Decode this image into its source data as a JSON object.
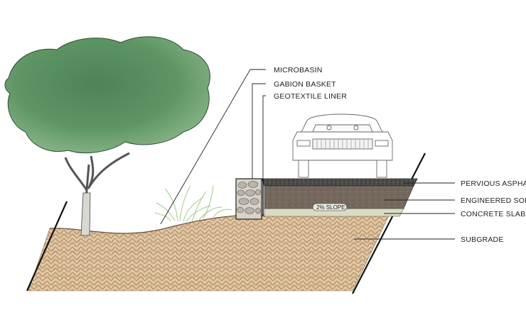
{
  "diagram": {
    "labels": {
      "microbasin": "MICROBASIN",
      "gabion_basket": "GABION BASKET",
      "geotextile_liner": "GEOTEXTILE LINER",
      "pervious_asphalt": "PERVIOUS ASPHALT",
      "engineered_soil": "ENGINEERED SOIL",
      "concrete_slab": "CONCRETE SLAB",
      "subgrade": "SUBGRADE"
    },
    "slope_label": "2% SLOPE"
  },
  "colors": {
    "tree_canopy": "#5e9565",
    "soil_base": "#e0c6a2",
    "soil_hatch": "#a8825c",
    "asphalt": "#4a4a48",
    "engineered_soil": "#75695d",
    "concrete_slab": "#d9dcc0",
    "gabion_fill": "#cfcac0",
    "leader_line": "#222222"
  },
  "icons": [
    "tree",
    "car",
    "shrub",
    "gabion-stones"
  ]
}
